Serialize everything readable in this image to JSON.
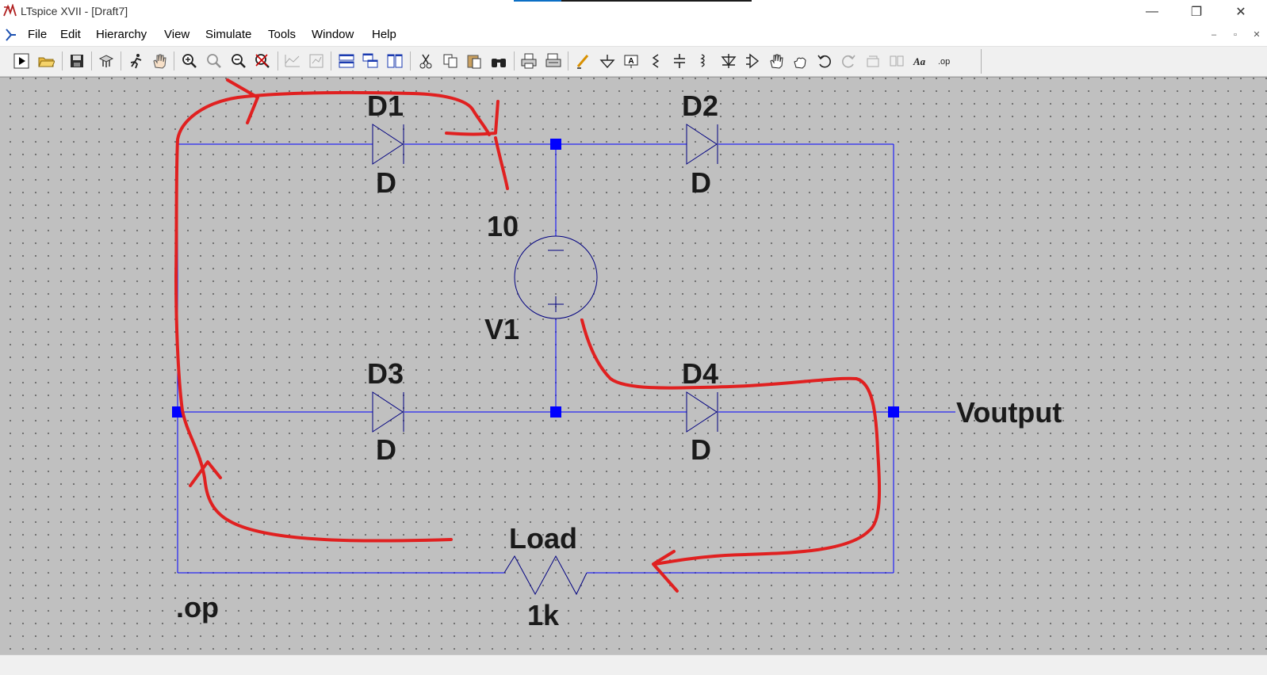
{
  "window": {
    "title": "LTspice XVII - [Draft7]",
    "controls": {
      "minimize": "—",
      "restore": "❐",
      "close": "✕"
    }
  },
  "menu": {
    "items": [
      "File",
      "Edit",
      "Hierarchy",
      "View",
      "Simulate",
      "Tools",
      "Window",
      "Help"
    ],
    "doc_controls": {
      "minimize": "–",
      "restore": "▫",
      "close": "✕"
    }
  },
  "toolbar": {
    "buttons": [
      "run-icon",
      "open-folder-icon",
      "save-icon",
      "control-panel-icon",
      "halt-icon",
      "pan-icon",
      "zoom-in-icon",
      "zoom-area-icon",
      "zoom-out-icon",
      "zoom-cancel-icon",
      "autorange-icon",
      "fit-icon",
      "tile-horizontal-icon",
      "cascade-icon",
      "tile-vertical-icon",
      "cut-icon",
      "copy-icon",
      "paste-icon",
      "find-icon",
      "print-icon",
      "print-setup-icon",
      "wire-icon",
      "ground-icon",
      "label-net-icon",
      "resistor-icon",
      "capacitor-icon",
      "inductor-icon",
      "diode-icon",
      "component-icon",
      "move-icon",
      "drag-icon",
      "undo-icon",
      "redo-icon",
      "rotate-icon",
      "mirror-icon",
      "text-icon",
      "spice-directive-icon"
    ],
    "text_labels": {
      "text": "Aa",
      "spice": ".op"
    }
  },
  "schematic": {
    "components": [
      {
        "ref": "D1",
        "model": "D"
      },
      {
        "ref": "D2",
        "model": "D"
      },
      {
        "ref": "D3",
        "model": "D"
      },
      {
        "ref": "D4",
        "model": "D"
      },
      {
        "ref": "V1",
        "value": "10"
      },
      {
        "ref": "Load",
        "value": "1k"
      }
    ],
    "net_label": "Voutput",
    "directive": ".op",
    "colors": {
      "canvas": "#c0c0c0",
      "wire": "#0000ff",
      "junction": "#0000ff",
      "component": "#000080",
      "label": "#1a1a1a",
      "annotation": "#e02020"
    }
  }
}
